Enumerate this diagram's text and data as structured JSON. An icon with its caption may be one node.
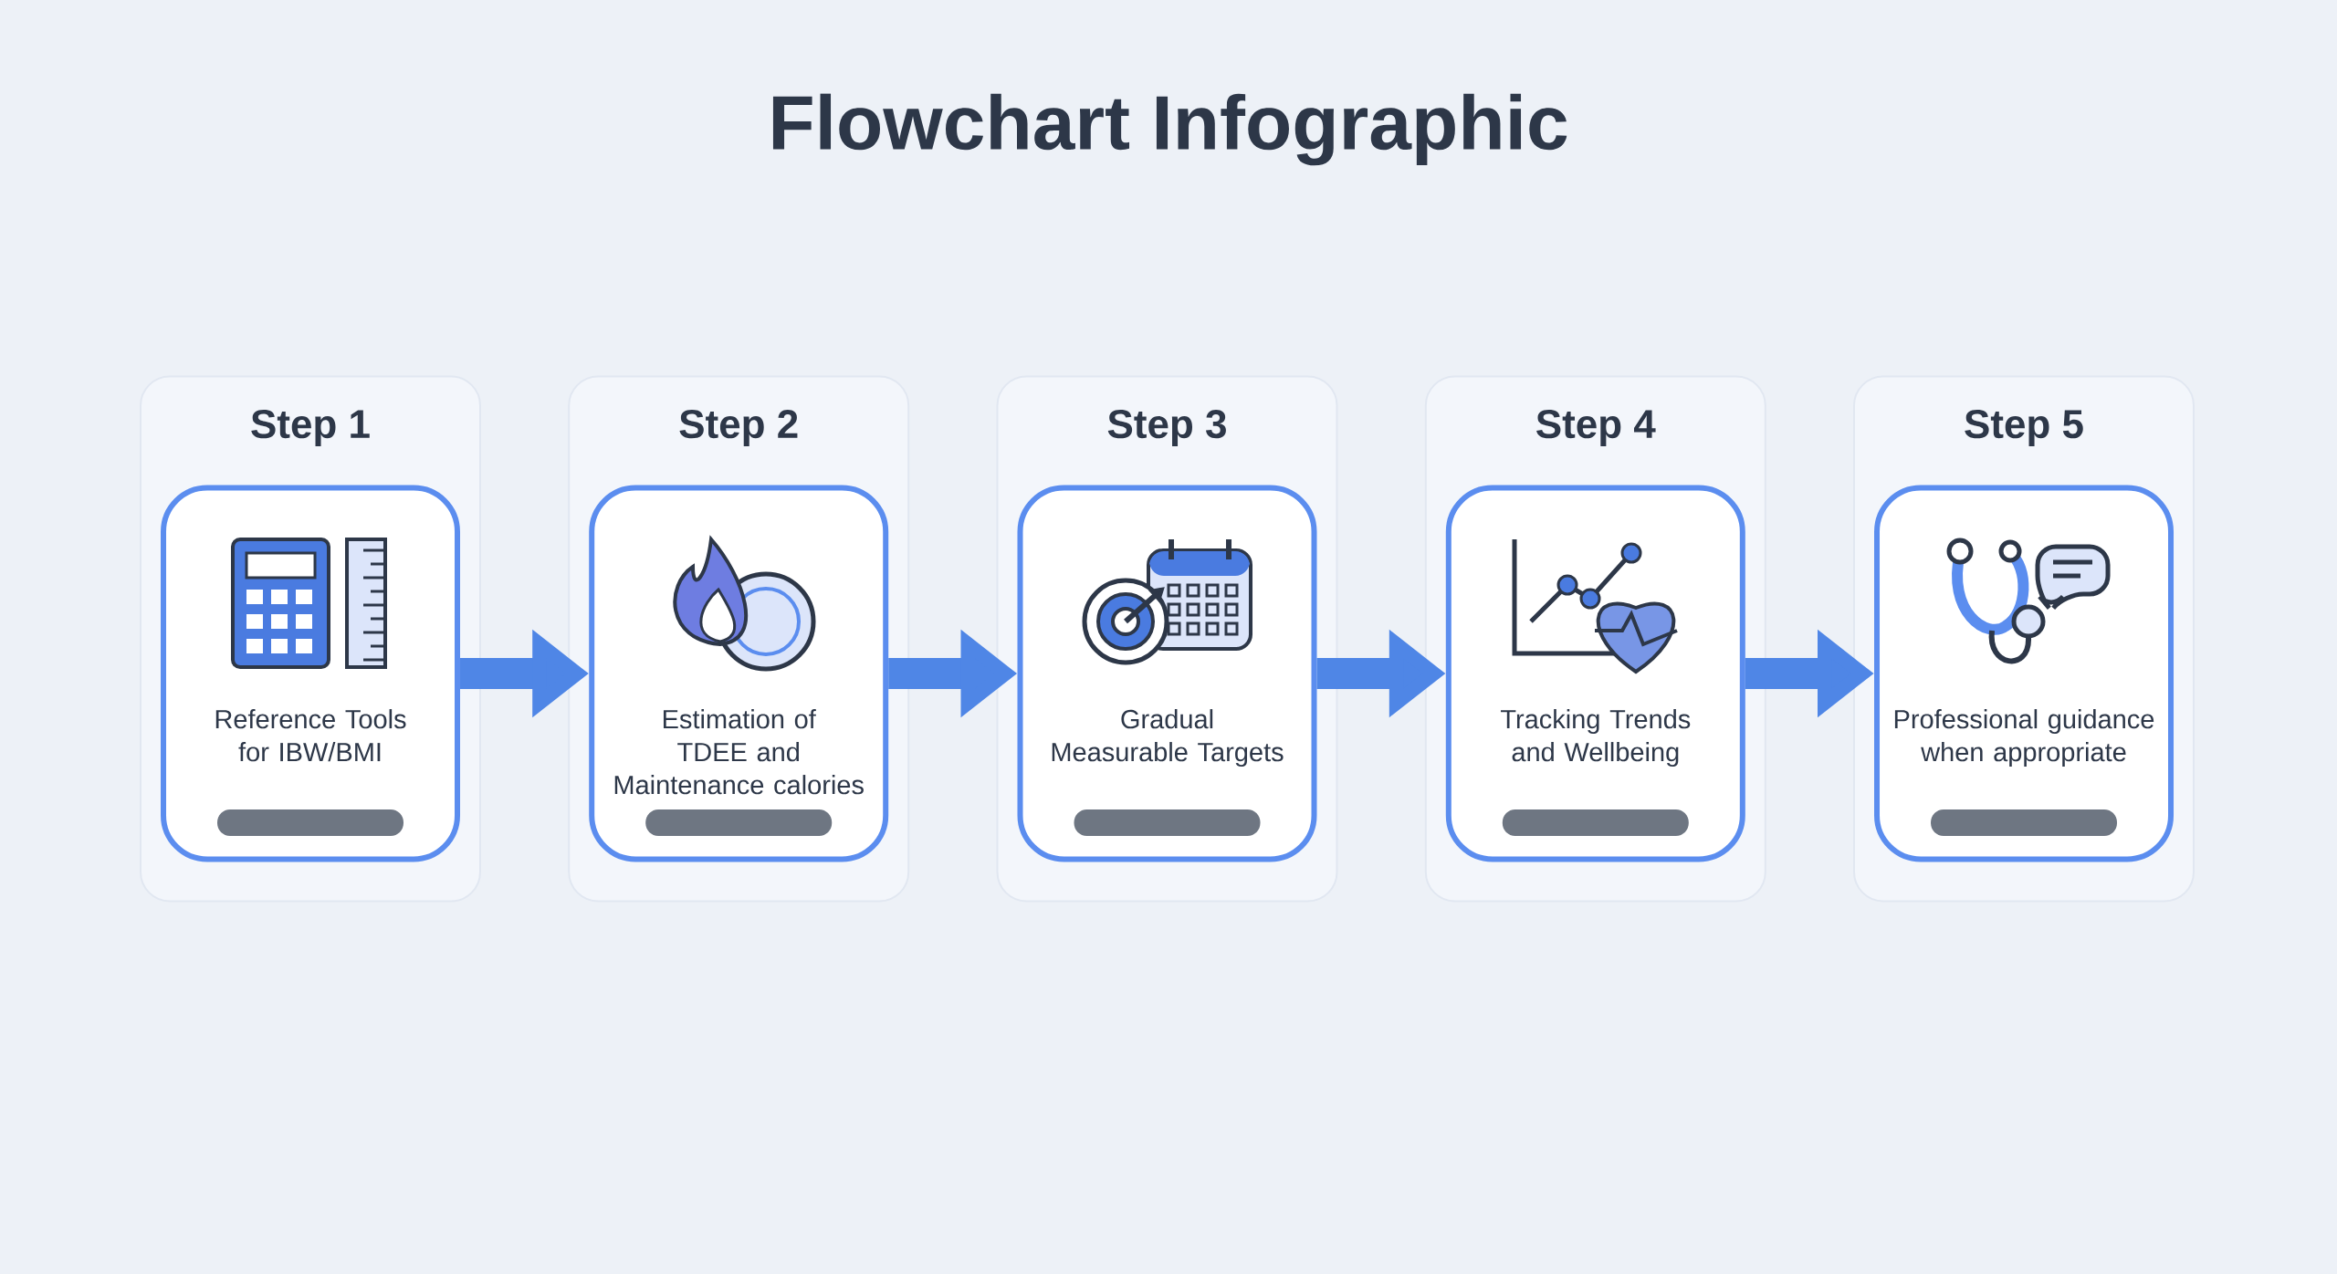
{
  "diagram": {
    "title": "Flowchart Infographic",
    "nodes": [
      {
        "text": [
          "Step 1"
        ]
      },
      {
        "text": [
          "Reference Tools for IBW/BMI"
        ],
        "in": 0
      },
      {
        "text": [
          "Step 2"
        ]
      },
      {
        "text": [
          "Estimation of TDEE and Maintenance calories"
        ],
        "in": 2
      },
      {
        "text": [
          "Step 3"
        ]
      },
      {
        "text": [
          "Gradual Measurable Targets"
        ],
        "in": 4
      },
      {
        "text": [
          "Step 4"
        ]
      },
      {
        "text": [
          "Tracking Trends and Wellbeing"
        ],
        "in": 6
      },
      {
        "text": [
          "Step 5"
        ]
      },
      {
        "text": [
          "Professional guidance when appropriate"
        ],
        "in": 8
      }
    ],
    "edges": [
      {
        "from": 1,
        "to": 3,
        "arrow": "to"
      },
      {
        "from": 3,
        "to": 5,
        "arrow": "to"
      },
      {
        "from": 5,
        "to": 7,
        "arrow": "to"
      },
      {
        "from": 7,
        "to": 9,
        "arrow": "to"
      }
    ]
  }
}
